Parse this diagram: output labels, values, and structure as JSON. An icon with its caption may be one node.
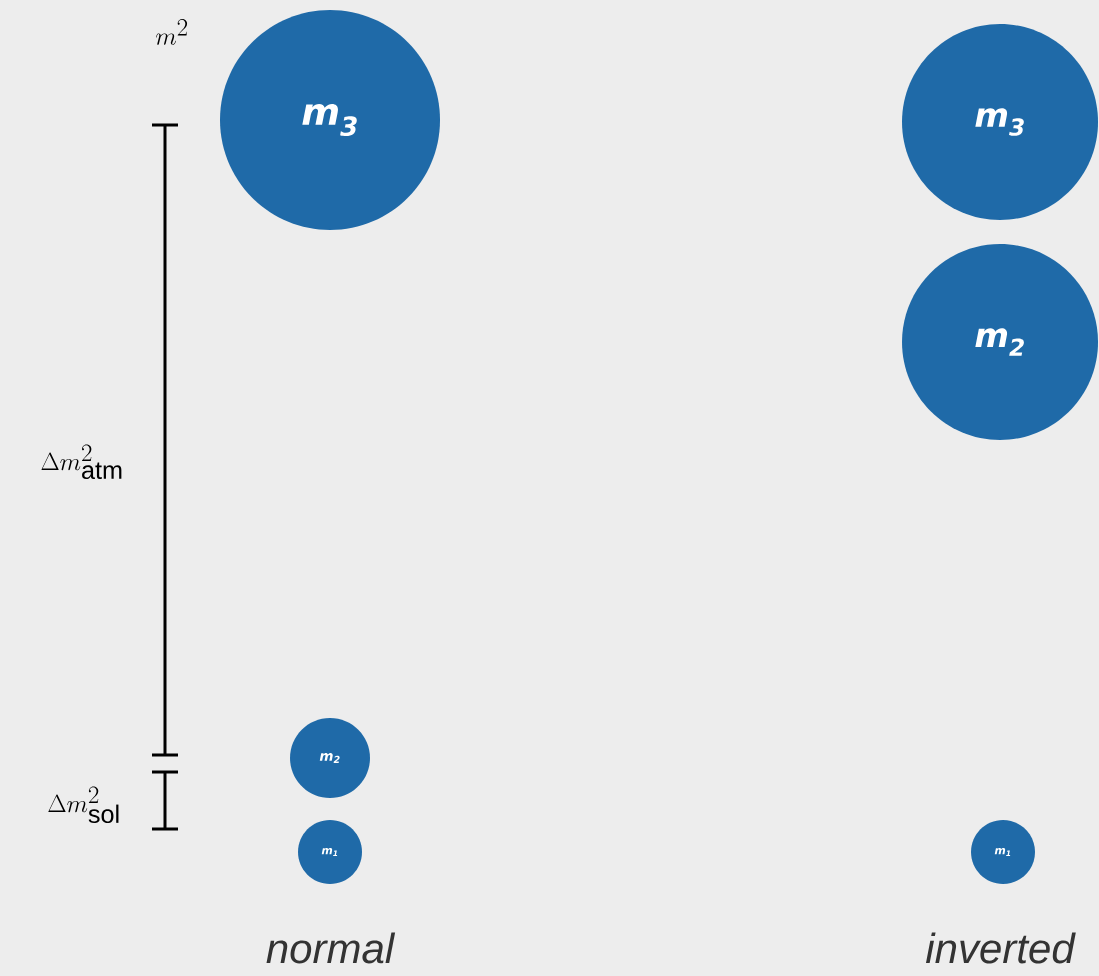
{
  "diagram": {
    "nodes": [
      {
        "text": [
          "m$_{3}$"
        ]
      },
      {
        "text": [
          "m$_{2}$"
        ]
      },
      {
        "text": [
          "m$_{1}$"
        ]
      },
      {
        "text": [
          "m$_{3}$"
        ]
      },
      {
        "text": [
          "m$_{2}$"
        ]
      },
      {
        "text": [
          "m$_{1}$"
        ]
      }
    ],
    "labels": [
      "m^{2}",
      "\\Delta m^{2}_{\\mathrm{atm}}",
      "\\Delta m^{2}_{\\mathrm{sol}}",
      "normal",
      "inverted"
    ]
  }
}
